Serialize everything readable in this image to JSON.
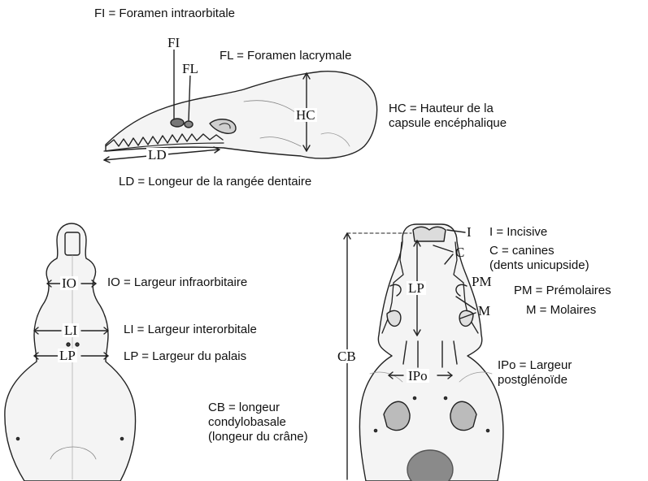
{
  "legend": {
    "fi": "FI  = Foramen intraorbitale",
    "fl": "FL  = Foramen lacrymale",
    "hc": "HC  = Hauteur de la\ncapsule encéphalique",
    "ld": "LD  = Longeur de la rangée dentaire",
    "io": "IO = Largeur infraorbitaire",
    "li": "LI = Largeur interorbitale",
    "lp": "LP = Largeur du palais",
    "cb": "CB = longeur\ncondylobasale\n(longeur du crâne)",
    "i": "I  = Incisive",
    "c": "C  = canines\n(dents unicupside)",
    "pm": "PM = Prémolaires",
    "m": "M  = Molaires",
    "ipo": "IPo  = Largeur\npostglénoïde"
  },
  "abbr": {
    "fi": "FI",
    "fl": "FL",
    "hc": "HC",
    "ld": "LD",
    "io": "IO",
    "li": "LI",
    "lp": "LP",
    "cb": "CB",
    "i": "I",
    "c": "C",
    "pm": "PM",
    "m": "M",
    "ipo": "IPo"
  }
}
